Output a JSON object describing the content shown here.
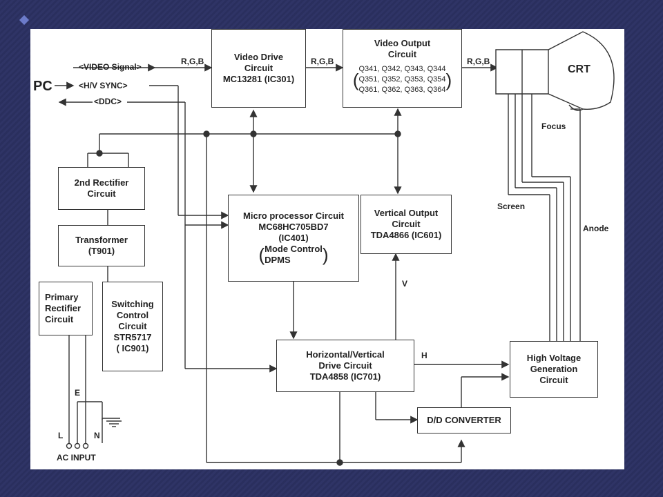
{
  "title": "",
  "source": {
    "pc": "PC",
    "video_signal": "<VIDEO Signal>",
    "hv_sync": "<H/V SYNC>",
    "ddc": "<DDC>"
  },
  "boxes": {
    "video_drive": [
      "Video Drive",
      "Circuit",
      "MC13281 (IC301)"
    ],
    "video_output": [
      "Video Output",
      "Circuit"
    ],
    "video_output_parts": [
      "Q341, Q342, Q343, Q344",
      "Q351, Q352, Q353, Q354",
      "Q361, Q362, Q363, Q364"
    ],
    "crt": "CRT",
    "rectifier2": [
      "2nd Rectifier",
      "Circuit"
    ],
    "transformer": [
      "Transformer",
      "(T901)"
    ],
    "primary_rectifier": [
      "Primary",
      "Rectifier",
      "Circuit"
    ],
    "switching": [
      "Switching",
      "Control",
      "Circuit",
      "STR5717",
      "( IC901)"
    ],
    "micro": [
      "Micro processor Circuit",
      "MC68HC705BD7",
      "(IC401)"
    ],
    "micro_mode": [
      "Mode Control",
      "DPMS"
    ],
    "vertical": [
      "Vertical Output",
      "Circuit",
      "TDA4866 (IC601)"
    ],
    "hv_drive": [
      "Horizontal/Vertical",
      "Drive Circuit",
      "TDA4858 (IC701)"
    ],
    "high_voltage": [
      "High Voltage",
      "Generation",
      "Circuit"
    ],
    "dd": "D/D CONVERTER"
  },
  "labels": {
    "rgb1": "R,G,B",
    "rgb2": "R,G,B",
    "rgb3": "R,G,B",
    "focus": "Focus",
    "screen": "Screen",
    "anode": "Anode",
    "v": "V",
    "h": "H",
    "e": "E",
    "l": "L",
    "n": "N",
    "ac_input": "AC INPUT"
  },
  "colors": {
    "slide_bg": "#2c3060",
    "accent": "#6c7bc9",
    "line": "#333333"
  }
}
